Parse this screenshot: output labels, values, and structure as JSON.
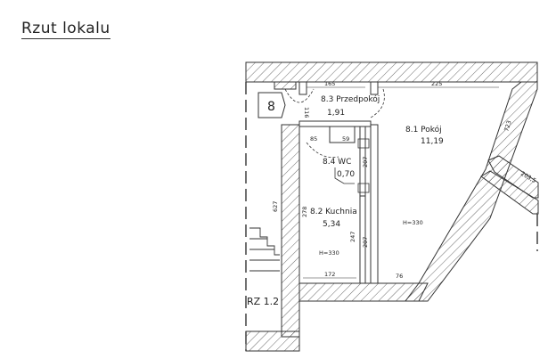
{
  "title": "Rzut lokalu",
  "marker": "8",
  "staircase_label": "RZ 1.2",
  "rooms": {
    "przedpokoj": {
      "name": "8.3 Przedpokój",
      "area": "1,91"
    },
    "pokoj": {
      "name": "8.1 Pokój",
      "area": "11,19"
    },
    "wc": {
      "name": "8.4 WC",
      "area": "0,70"
    },
    "kuchnia": {
      "name": "8.2 Kuchnia",
      "area": "5,34"
    }
  },
  "dimensions": {
    "d165": "165",
    "d225": "225",
    "d116": "116",
    "d85": "85",
    "d59": "59",
    "d207a": "207",
    "d207b": "207",
    "d627": "627",
    "d278": "278",
    "d247": "247",
    "d172": "172",
    "d76": "76",
    "d723": "723",
    "d2035": "203,5",
    "h330a": "H=330",
    "h330b": "H=330"
  }
}
